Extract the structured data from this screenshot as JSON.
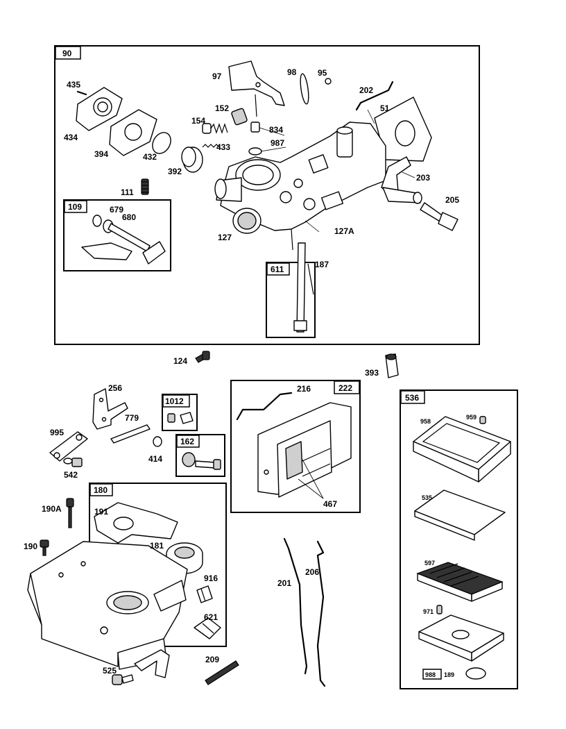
{
  "groups": {
    "g90": "90",
    "g109": "109",
    "g611": "611",
    "g1012": "1012",
    "g162": "162",
    "g180": "180",
    "g222": "222",
    "g536": "536",
    "g988": "988"
  },
  "parts": {
    "p97": "97",
    "p98": "98",
    "p95": "95",
    "p435": "435",
    "p434": "434",
    "p394": "394",
    "p432": "432",
    "p392": "392",
    "p154": "154",
    "p152": "152",
    "p834": "834",
    "p987": "987",
    "p433": "433",
    "p202": "202",
    "p51": "51",
    "p203": "203",
    "p205": "205",
    "p111": "111",
    "p679": "679",
    "p680": "680",
    "p127": "127",
    "p127a": "127A",
    "p187": "187",
    "p124": "124",
    "p393": "393",
    "p256": "256",
    "p779": "779",
    "p995": "995",
    "p542": "542",
    "p414": "414",
    "p216": "216",
    "p467": "467",
    "p958": "958",
    "p959": "959",
    "p535": "535",
    "p597": "597",
    "p971": "971",
    "p189": "189",
    "p190a": "190A",
    "p190": "190",
    "p191": "191",
    "p181": "181",
    "p916": "916",
    "p621": "621",
    "p525": "525",
    "p209": "209",
    "p201": "201",
    "p206": "206"
  }
}
